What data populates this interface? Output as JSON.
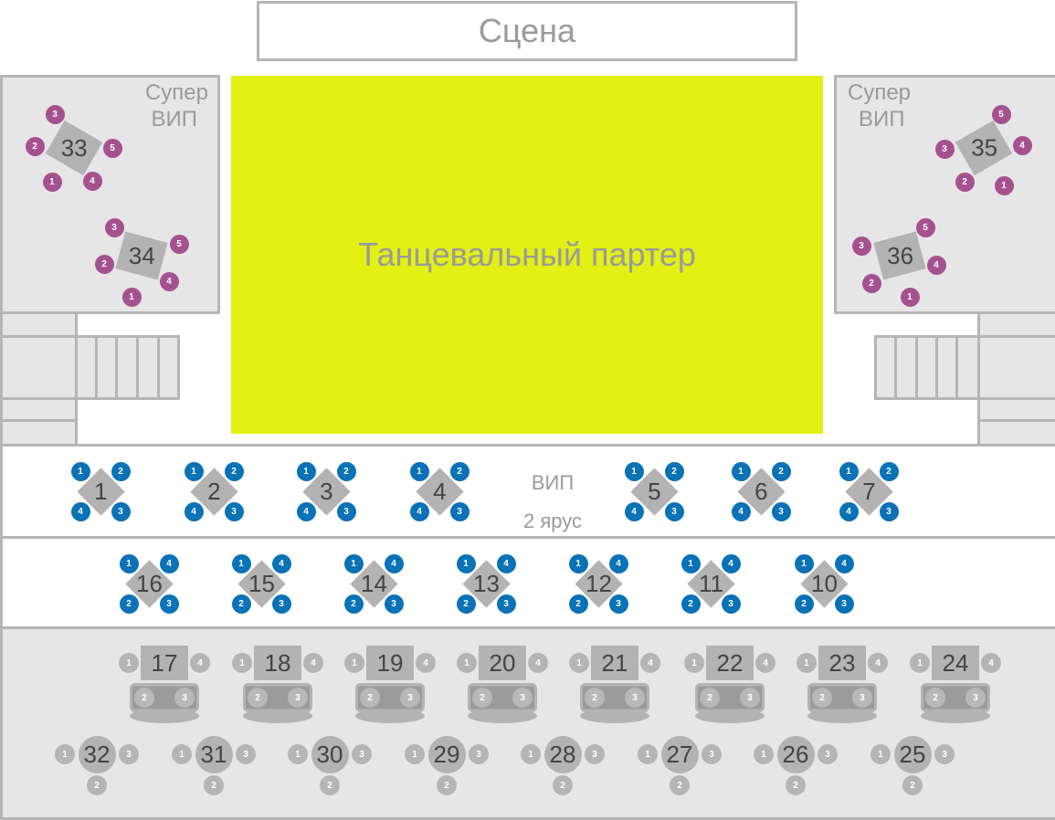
{
  "stage": {
    "label": "Сцена"
  },
  "dance_floor": {
    "label": "Танцевальный партер",
    "color": "#e2f013"
  },
  "super_vip_left": {
    "label_line1": "Супер",
    "label_line2": "ВИП",
    "tables": [
      {
        "number": "33",
        "seats": [
          "1",
          "2",
          "3",
          "4",
          "5"
        ]
      },
      {
        "number": "34",
        "seats": [
          "1",
          "2",
          "3",
          "4",
          "5"
        ]
      }
    ]
  },
  "super_vip_right": {
    "label_line1": "Супер",
    "label_line2": "ВИП",
    "tables": [
      {
        "number": "35",
        "seats": [
          "1",
          "2",
          "3",
          "4",
          "5"
        ]
      },
      {
        "number": "36",
        "seats": [
          "1",
          "2",
          "3",
          "4",
          "5"
        ]
      }
    ]
  },
  "vip_tier2": {
    "label_line1": "ВИП",
    "label_line2": "2 ярус",
    "tables": [
      {
        "number": "1",
        "seats": [
          "1",
          "2",
          "3",
          "4"
        ]
      },
      {
        "number": "2",
        "seats": [
          "1",
          "2",
          "3",
          "4"
        ]
      },
      {
        "number": "3",
        "seats": [
          "1",
          "2",
          "3",
          "4"
        ]
      },
      {
        "number": "4",
        "seats": [
          "1",
          "2",
          "3",
          "4"
        ]
      },
      {
        "number": "5",
        "seats": [
          "1",
          "2",
          "3",
          "4"
        ]
      },
      {
        "number": "6",
        "seats": [
          "1",
          "2",
          "3",
          "4"
        ]
      },
      {
        "number": "7",
        "seats": [
          "1",
          "2",
          "3",
          "4"
        ]
      }
    ]
  },
  "row2": {
    "tables": [
      {
        "number": "16",
        "seats": [
          "1",
          "2",
          "3",
          "4"
        ]
      },
      {
        "number": "15",
        "seats": [
          "1",
          "2",
          "3",
          "4"
        ]
      },
      {
        "number": "14",
        "seats": [
          "1",
          "2",
          "3",
          "4"
        ]
      },
      {
        "number": "13",
        "seats": [
          "1",
          "2",
          "3",
          "4"
        ]
      },
      {
        "number": "12",
        "seats": [
          "1",
          "2",
          "3",
          "4"
        ]
      },
      {
        "number": "11",
        "seats": [
          "1",
          "2",
          "3",
          "4"
        ]
      },
      {
        "number": "10",
        "seats": [
          "1",
          "2",
          "3",
          "4"
        ]
      }
    ]
  },
  "sofa_row": {
    "tables": [
      {
        "number": "17",
        "seats": [
          "1",
          "2",
          "3",
          "4"
        ]
      },
      {
        "number": "18",
        "seats": [
          "1",
          "2",
          "3",
          "4"
        ]
      },
      {
        "number": "19",
        "seats": [
          "1",
          "2",
          "3",
          "4"
        ]
      },
      {
        "number": "20",
        "seats": [
          "1",
          "2",
          "3",
          "4"
        ]
      },
      {
        "number": "21",
        "seats": [
          "1",
          "2",
          "3",
          "4"
        ]
      },
      {
        "number": "22",
        "seats": [
          "1",
          "2",
          "3",
          "4"
        ]
      },
      {
        "number": "23",
        "seats": [
          "1",
          "2",
          "3",
          "4"
        ]
      },
      {
        "number": "24",
        "seats": [
          "1",
          "2",
          "3",
          "4"
        ]
      }
    ]
  },
  "round_row": {
    "tables": [
      {
        "number": "32",
        "seats": [
          "1",
          "2",
          "3"
        ]
      },
      {
        "number": "31",
        "seats": [
          "1",
          "2",
          "3"
        ]
      },
      {
        "number": "30",
        "seats": [
          "1",
          "2",
          "3"
        ]
      },
      {
        "number": "29",
        "seats": [
          "1",
          "2",
          "3"
        ]
      },
      {
        "number": "28",
        "seats": [
          "1",
          "2",
          "3"
        ]
      },
      {
        "number": "27",
        "seats": [
          "1",
          "2",
          "3"
        ]
      },
      {
        "number": "26",
        "seats": [
          "1",
          "2",
          "3"
        ]
      },
      {
        "number": "25",
        "seats": [
          "1",
          "2",
          "3"
        ]
      }
    ]
  },
  "colors": {
    "vip_seat": "#0a72b6",
    "super_vip_seat": "#a6518f",
    "regular_seat": "#b5b5b5",
    "table": "#b3b3b3"
  }
}
